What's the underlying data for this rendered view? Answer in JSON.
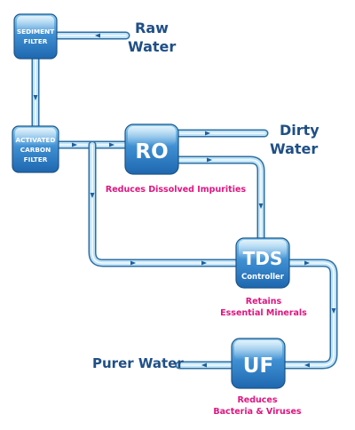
{
  "colors": {
    "pipe_outline": "#2f6fa3",
    "pipe_fill": "#bfe3f7",
    "box_top": "#8fd0f4",
    "box_bottom": "#1e67b0",
    "label_blue": "#1f4f86",
    "label_pink": "#e0157f"
  },
  "sources": {
    "raw_water": [
      "Raw",
      "Water"
    ],
    "dirty_water": [
      "Dirty",
      "Water"
    ],
    "purer_water": "Purer Water"
  },
  "units": {
    "sediment": [
      "SEDIMENT",
      "FILTER"
    ],
    "carbon": [
      "ACTIVATED",
      "CARBON",
      "FILTER"
    ],
    "ro": "RO",
    "tds": {
      "title": "TDS",
      "sub": "Controller"
    },
    "uf": "UF"
  },
  "descriptions": {
    "ro": "Reduces Dissolved Impurities",
    "tds": [
      "Retains",
      "Essential Minerals"
    ],
    "uf": [
      "Reduces",
      "Bacteria & Viruses"
    ]
  }
}
